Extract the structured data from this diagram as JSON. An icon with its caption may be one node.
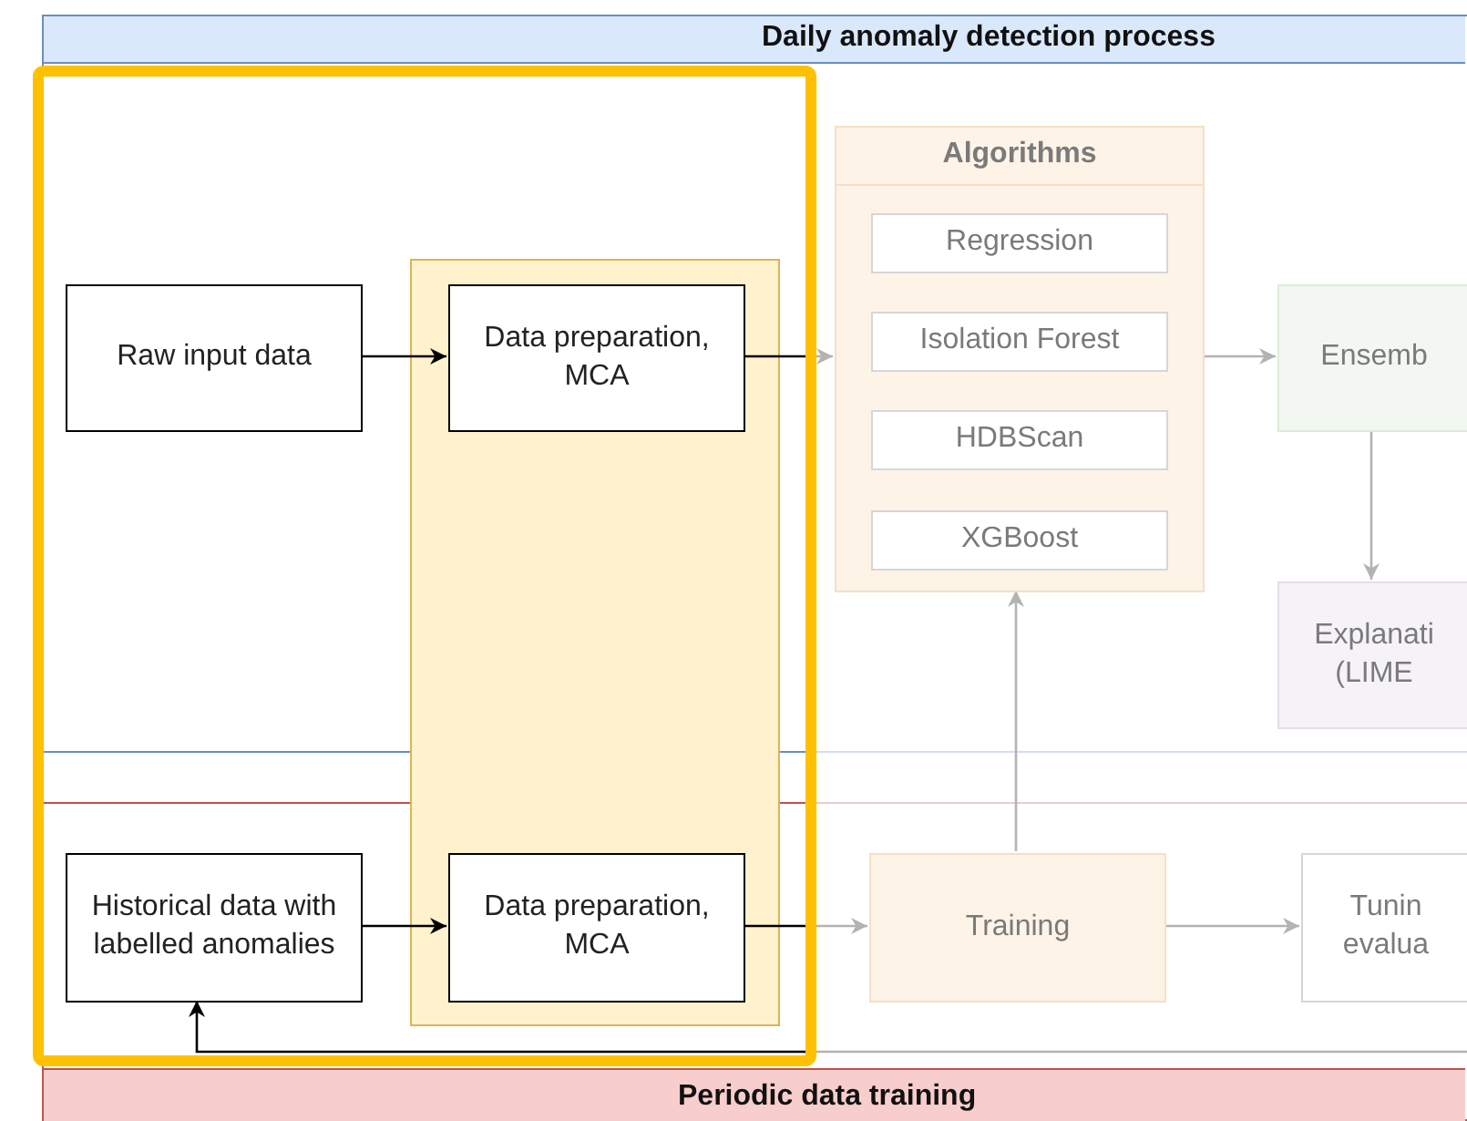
{
  "diagram": {
    "nodes": [
      {
        "text": [
          "Daily anomaly detection process"
        ]
      },
      {
        "text": [
          "Periodic data training"
        ]
      },
      {
        "text": [
          "Raw input data"
        ],
        "in": 0
      },
      {
        "text": [
          "Data preparation, MCA"
        ],
        "in": 0
      },
      {
        "text": [
          "Algorithms"
        ],
        "in": 0
      },
      {
        "text": [
          "Regression"
        ],
        "in": 4
      },
      {
        "text": [
          "Isolation Forest"
        ],
        "in": 4
      },
      {
        "text": [
          "HDBScan"
        ],
        "in": 4
      },
      {
        "text": [
          "XGBoost"
        ],
        "in": 4
      },
      {
        "text": [
          "Ensemb"
        ],
        "in": 0
      },
      {
        "text": [
          "Explanati (LIME"
        ],
        "in": 0
      },
      {
        "text": [
          "Historical data with labelled anomalies"
        ],
        "in": 1
      },
      {
        "text": [
          "Data preparation, MCA"
        ],
        "in": 1
      },
      {
        "text": [
          "Training"
        ],
        "in": 1
      },
      {
        "text": [
          "Tunin evalua"
        ],
        "in": 1
      }
    ],
    "edges": [
      {
        "from": 2,
        "to": 3,
        "arrow": "to"
      },
      {
        "from": 3,
        "to": 4,
        "arrow": "to"
      },
      {
        "from": 4,
        "to": 9,
        "arrow": "to"
      },
      {
        "from": 9,
        "to": 10,
        "arrow": "to"
      },
      {
        "from": 11,
        "to": 12,
        "arrow": "to"
      },
      {
        "from": 12,
        "to": 13,
        "arrow": "to"
      },
      {
        "from": 13,
        "to": 4,
        "arrow": "to"
      },
      {
        "from": 13,
        "to": 14,
        "arrow": "to"
      },
      {
        "from": null,
        "to": 11,
        "arrow": "to"
      }
    ]
  }
}
